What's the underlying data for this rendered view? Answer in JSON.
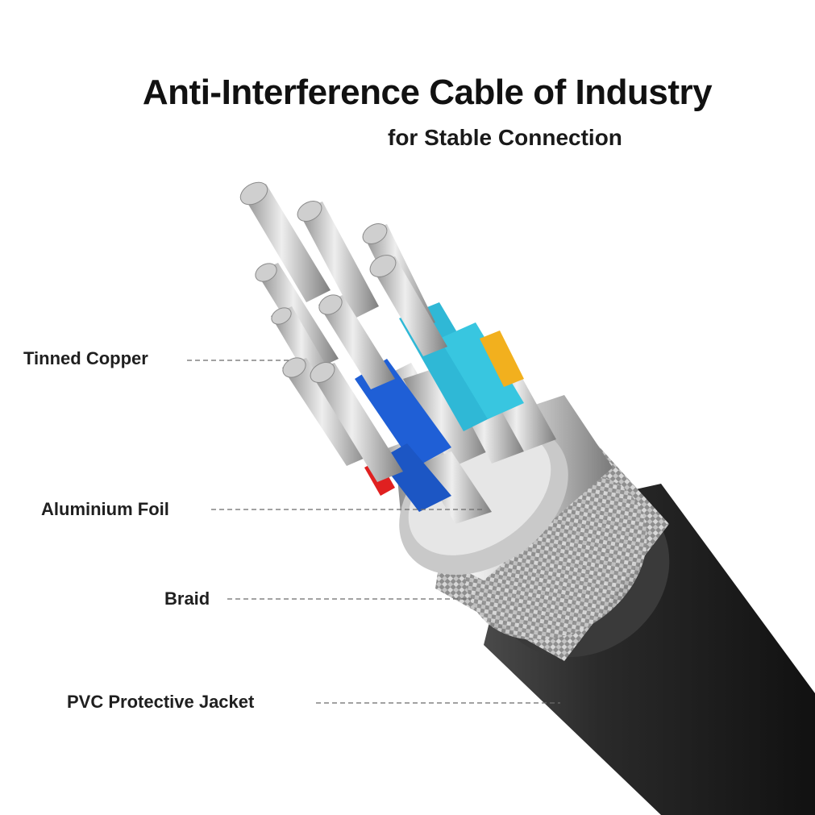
{
  "header": {
    "title": "Anti-Interference Cable of Industry",
    "subtitle": "for Stable Connection"
  },
  "callouts": {
    "tinned_copper": "Tinned Copper",
    "aluminium_foil": "Aluminium Foil",
    "braid": "Braid",
    "pvc_jacket": "PVC Protective Jacket"
  },
  "colors": {
    "jacket": "#2b2b2b",
    "braid": "#9a9a9a",
    "foil": "#d2d2d2",
    "core_blue": "#1f5fd6",
    "core_cyan": "#2fb8d6",
    "core_yellow": "#f2b01e",
    "core_red": "#e02020",
    "copper": "#b9b9b9"
  }
}
